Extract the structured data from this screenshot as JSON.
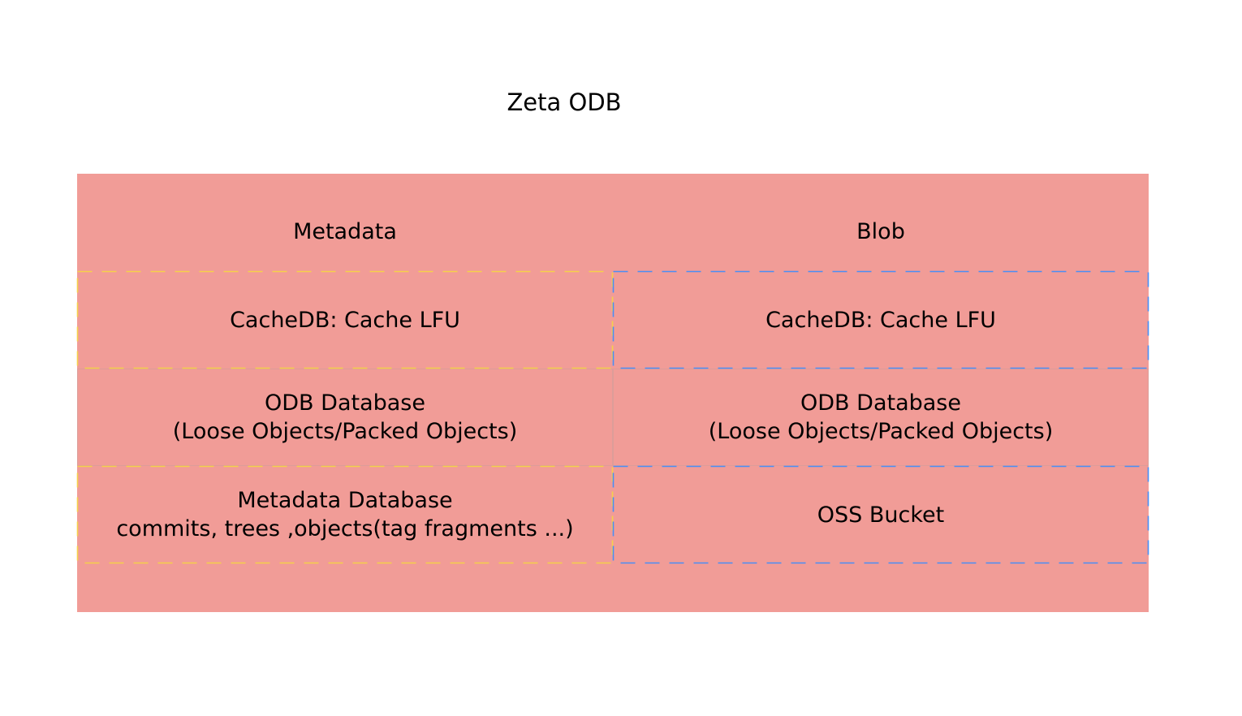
{
  "title": "Zeta ODB",
  "colors": {
    "background": "#ffffff",
    "panel_fill": "#f19c97",
    "metadata_dash": "#f5d04a",
    "blob_dash": "#4a8ef5",
    "text": "#000000"
  },
  "columns": {
    "metadata": {
      "header": "Metadata",
      "cache": "CacheDB: Cache LFU",
      "odb_line1": "ODB Database",
      "odb_line2": "(Loose Objects/Packed Objects)",
      "store_line1": "Metadata Database",
      "store_line2": "commits, trees ,objects(tag fragments ...)"
    },
    "blob": {
      "header": "Blob",
      "cache": "CacheDB: Cache LFU",
      "odb_line1": "ODB Database",
      "odb_line2": "(Loose Objects/Packed Objects)",
      "store": "OSS Bucket"
    }
  }
}
